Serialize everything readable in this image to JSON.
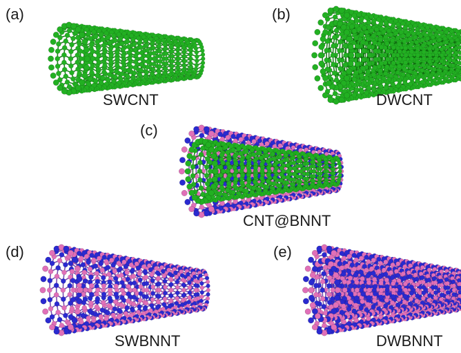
{
  "figure": {
    "panels": [
      {
        "letter": "(a)",
        "name": "SWCNT",
        "walls": [
          "carbon"
        ]
      },
      {
        "letter": "(b)",
        "name": "DWCNT",
        "walls": [
          "carbon",
          "carbon"
        ]
      },
      {
        "letter": "(c)",
        "name": "CNT@BNNT",
        "walls": [
          "carbon",
          "boron-nitride"
        ]
      },
      {
        "letter": "(d)",
        "name": "SWBNNT",
        "walls": [
          "boron-nitride"
        ]
      },
      {
        "letter": "(e)",
        "name": "DWBNNT",
        "walls": [
          "boron-nitride",
          "boron-nitride"
        ]
      }
    ]
  },
  "colors": {
    "carbon": "#22b022",
    "carbon_dark": "#0c6a0c",
    "boron": "#e070b8",
    "nitrogen": "#2a2ad0",
    "bn_bond": "#6a3aa8",
    "background": "#ffffff"
  }
}
